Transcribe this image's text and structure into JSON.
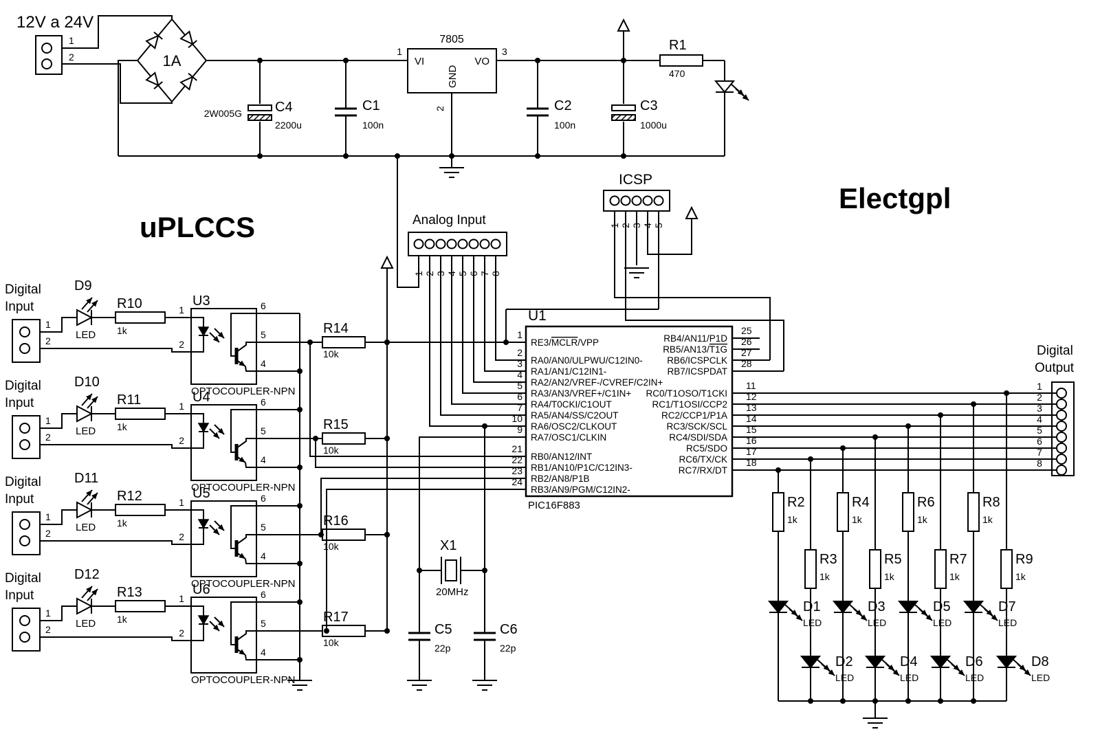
{
  "titles": {
    "project": "uPLCCS",
    "author": "Electgpl"
  },
  "power": {
    "input_label": "12V a 24V",
    "input_pins": [
      "1",
      "2"
    ],
    "bridge_current": "1A",
    "bridge_part": "2W005G",
    "regulator": {
      "name": "7805",
      "vi": "VI",
      "vo": "VO",
      "gnd": "GND",
      "pin_vi": "1",
      "pin_vo": "3",
      "pin_gnd": "2"
    },
    "c1": {
      "ref": "C1",
      "value": "100n"
    },
    "c2": {
      "ref": "C2",
      "value": "100n"
    },
    "c3": {
      "ref": "C3",
      "value": "1000u"
    },
    "c4": {
      "ref": "C4",
      "value": "2200u"
    },
    "r1": {
      "ref": "R1",
      "value": "470"
    }
  },
  "icsp": {
    "title": "ICSP",
    "pins": [
      "1",
      "2",
      "3",
      "4",
      "5"
    ]
  },
  "analog_header": {
    "title": "Analog Input",
    "pins": [
      "1",
      "2",
      "3",
      "4",
      "5",
      "6",
      "7",
      "8"
    ]
  },
  "digital_inputs": [
    {
      "label1": "Digital",
      "label2": "Input",
      "pin1": "1",
      "pin2": "2",
      "led": "D9",
      "led_type": "LED",
      "res": "R10",
      "res_val": "1k",
      "opto": "U3",
      "opto_type": "OPTOCOUPLER-NPN",
      "p1": "1",
      "p2": "2",
      "p6": "6",
      "p5": "5",
      "p4": "4"
    },
    {
      "label1": "Digital",
      "label2": "Input",
      "pin1": "1",
      "pin2": "2",
      "led": "D10",
      "led_type": "LED",
      "res": "R11",
      "res_val": "1k",
      "opto": "U4",
      "opto_type": "OPTOCOUPLER-NPN",
      "p1": "1",
      "p2": "2",
      "p6": "6",
      "p5": "5",
      "p4": "4"
    },
    {
      "label1": "Digital",
      "label2": "Input",
      "pin1": "1",
      "pin2": "2",
      "led": "D11",
      "led_type": "LED",
      "res": "R12",
      "res_val": "1k",
      "opto": "U5",
      "opto_type": "OPTOCOUPLER-NPN",
      "p1": "1",
      "p2": "2",
      "p6": "6",
      "p5": "5",
      "p4": "4"
    },
    {
      "label1": "Digital",
      "label2": "Input",
      "pin1": "1",
      "pin2": "2",
      "led": "D12",
      "led_type": "LED",
      "res": "R13",
      "res_val": "1k",
      "opto": "U6",
      "opto_type": "OPTOCOUPLER-NPN",
      "p1": "1",
      "p2": "2",
      "p6": "6",
      "p5": "5",
      "p4": "4"
    }
  ],
  "pull_resistors": [
    {
      "ref": "R14",
      "value": "10k"
    },
    {
      "ref": "R15",
      "value": "10k"
    },
    {
      "ref": "R16",
      "value": "10k"
    },
    {
      "ref": "R17",
      "value": "10k"
    }
  ],
  "mcu": {
    "ref": "U1",
    "part": "PIC16F883",
    "left_pins": [
      {
        "num": "1",
        "pre": "RE3/",
        "bar": "MCLR",
        "post": "/VPP"
      },
      {
        "num": "2",
        "pre": "RA0/AN0/ULPWU/C12IN0-",
        "bar": "",
        "post": ""
      },
      {
        "num": "3",
        "pre": "RA1/AN1/C12IN1-",
        "bar": "",
        "post": ""
      },
      {
        "num": "4",
        "pre": "RA2/AN2/VREF-/CVREF/C2IN+",
        "bar": "",
        "post": ""
      },
      {
        "num": "5",
        "pre": "RA3/AN3/VREF+/C1IN+",
        "bar": "",
        "post": ""
      },
      {
        "num": "6",
        "pre": "RA4/T0CKI/C1OUT",
        "bar": "",
        "post": ""
      },
      {
        "num": "7",
        "pre": "RA5/AN4/SS/C2OUT",
        "bar": "",
        "post": ""
      },
      {
        "num": "10",
        "pre": "RA6/OSC2/CLKOUT",
        "bar": "",
        "post": ""
      },
      {
        "num": "9",
        "pre": "RA7/OSC1/CLKIN",
        "bar": "",
        "post": ""
      },
      {
        "num": "21",
        "pre": "RB0/AN12/INT",
        "bar": "",
        "post": ""
      },
      {
        "num": "22",
        "pre": "RB1/AN10/P1C/C12IN3-",
        "bar": "",
        "post": ""
      },
      {
        "num": "23",
        "pre": "RB2/AN8/P1B",
        "bar": "",
        "post": ""
      },
      {
        "num": "24",
        "pre": "RB3/AN9/PGM/C12IN2-",
        "bar": "",
        "post": ""
      }
    ],
    "right_pins": [
      {
        "num": "25",
        "pre": "RB4/AN11/P1D",
        "bar": "",
        "post": ""
      },
      {
        "num": "26",
        "pre": "RB5/AN13/",
        "bar": "T1G",
        "post": ""
      },
      {
        "num": "27",
        "pre": "RB6/ICSPCLK",
        "bar": "",
        "post": ""
      },
      {
        "num": "28",
        "pre": "RB7/ICSPDAT",
        "bar": "",
        "post": ""
      },
      {
        "num": "11",
        "pre": "RC0/T1OSO/T1CKI",
        "bar": "",
        "post": ""
      },
      {
        "num": "12",
        "pre": "RC1/T1OSI/CCP2",
        "bar": "",
        "post": ""
      },
      {
        "num": "13",
        "pre": "RC2/CCP1/P1A",
        "bar": "",
        "post": ""
      },
      {
        "num": "14",
        "pre": "RC3/SCK/SCL",
        "bar": "",
        "post": ""
      },
      {
        "num": "15",
        "pre": "RC4/SDI/SDA",
        "bar": "",
        "post": ""
      },
      {
        "num": "16",
        "pre": "RC5/SDO",
        "bar": "",
        "post": ""
      },
      {
        "num": "17",
        "pre": "RC6/TX/CK",
        "bar": "",
        "post": ""
      },
      {
        "num": "18",
        "pre": "RC7/RX/DT",
        "bar": "",
        "post": ""
      }
    ]
  },
  "oscillator": {
    "ref": "X1",
    "value": "20MHz",
    "c5": {
      "ref": "C5",
      "value": "22p"
    },
    "c6": {
      "ref": "C6",
      "value": "22p"
    }
  },
  "digital_output": {
    "title1": "Digital",
    "title2": "Output",
    "pins": [
      "1",
      "2",
      "3",
      "4",
      "5",
      "6",
      "7",
      "8"
    ]
  },
  "output_chains": [
    {
      "res": "R2",
      "res_val": "1k",
      "led": "D1",
      "led_type": "LED"
    },
    {
      "res": "R3",
      "res_val": "1k",
      "led": "D2",
      "led_type": "LED"
    },
    {
      "res": "R4",
      "res_val": "1k",
      "led": "D3",
      "led_type": "LED"
    },
    {
      "res": "R5",
      "res_val": "1k",
      "led": "D4",
      "led_type": "LED"
    },
    {
      "res": "R6",
      "res_val": "1k",
      "led": "D5",
      "led_type": "LED"
    },
    {
      "res": "R7",
      "res_val": "1k",
      "led": "D6",
      "led_type": "LED"
    },
    {
      "res": "R8",
      "res_val": "1k",
      "led": "D7",
      "led_type": "LED"
    },
    {
      "res": "R9",
      "res_val": "1k",
      "led": "D8",
      "led_type": "LED"
    }
  ]
}
